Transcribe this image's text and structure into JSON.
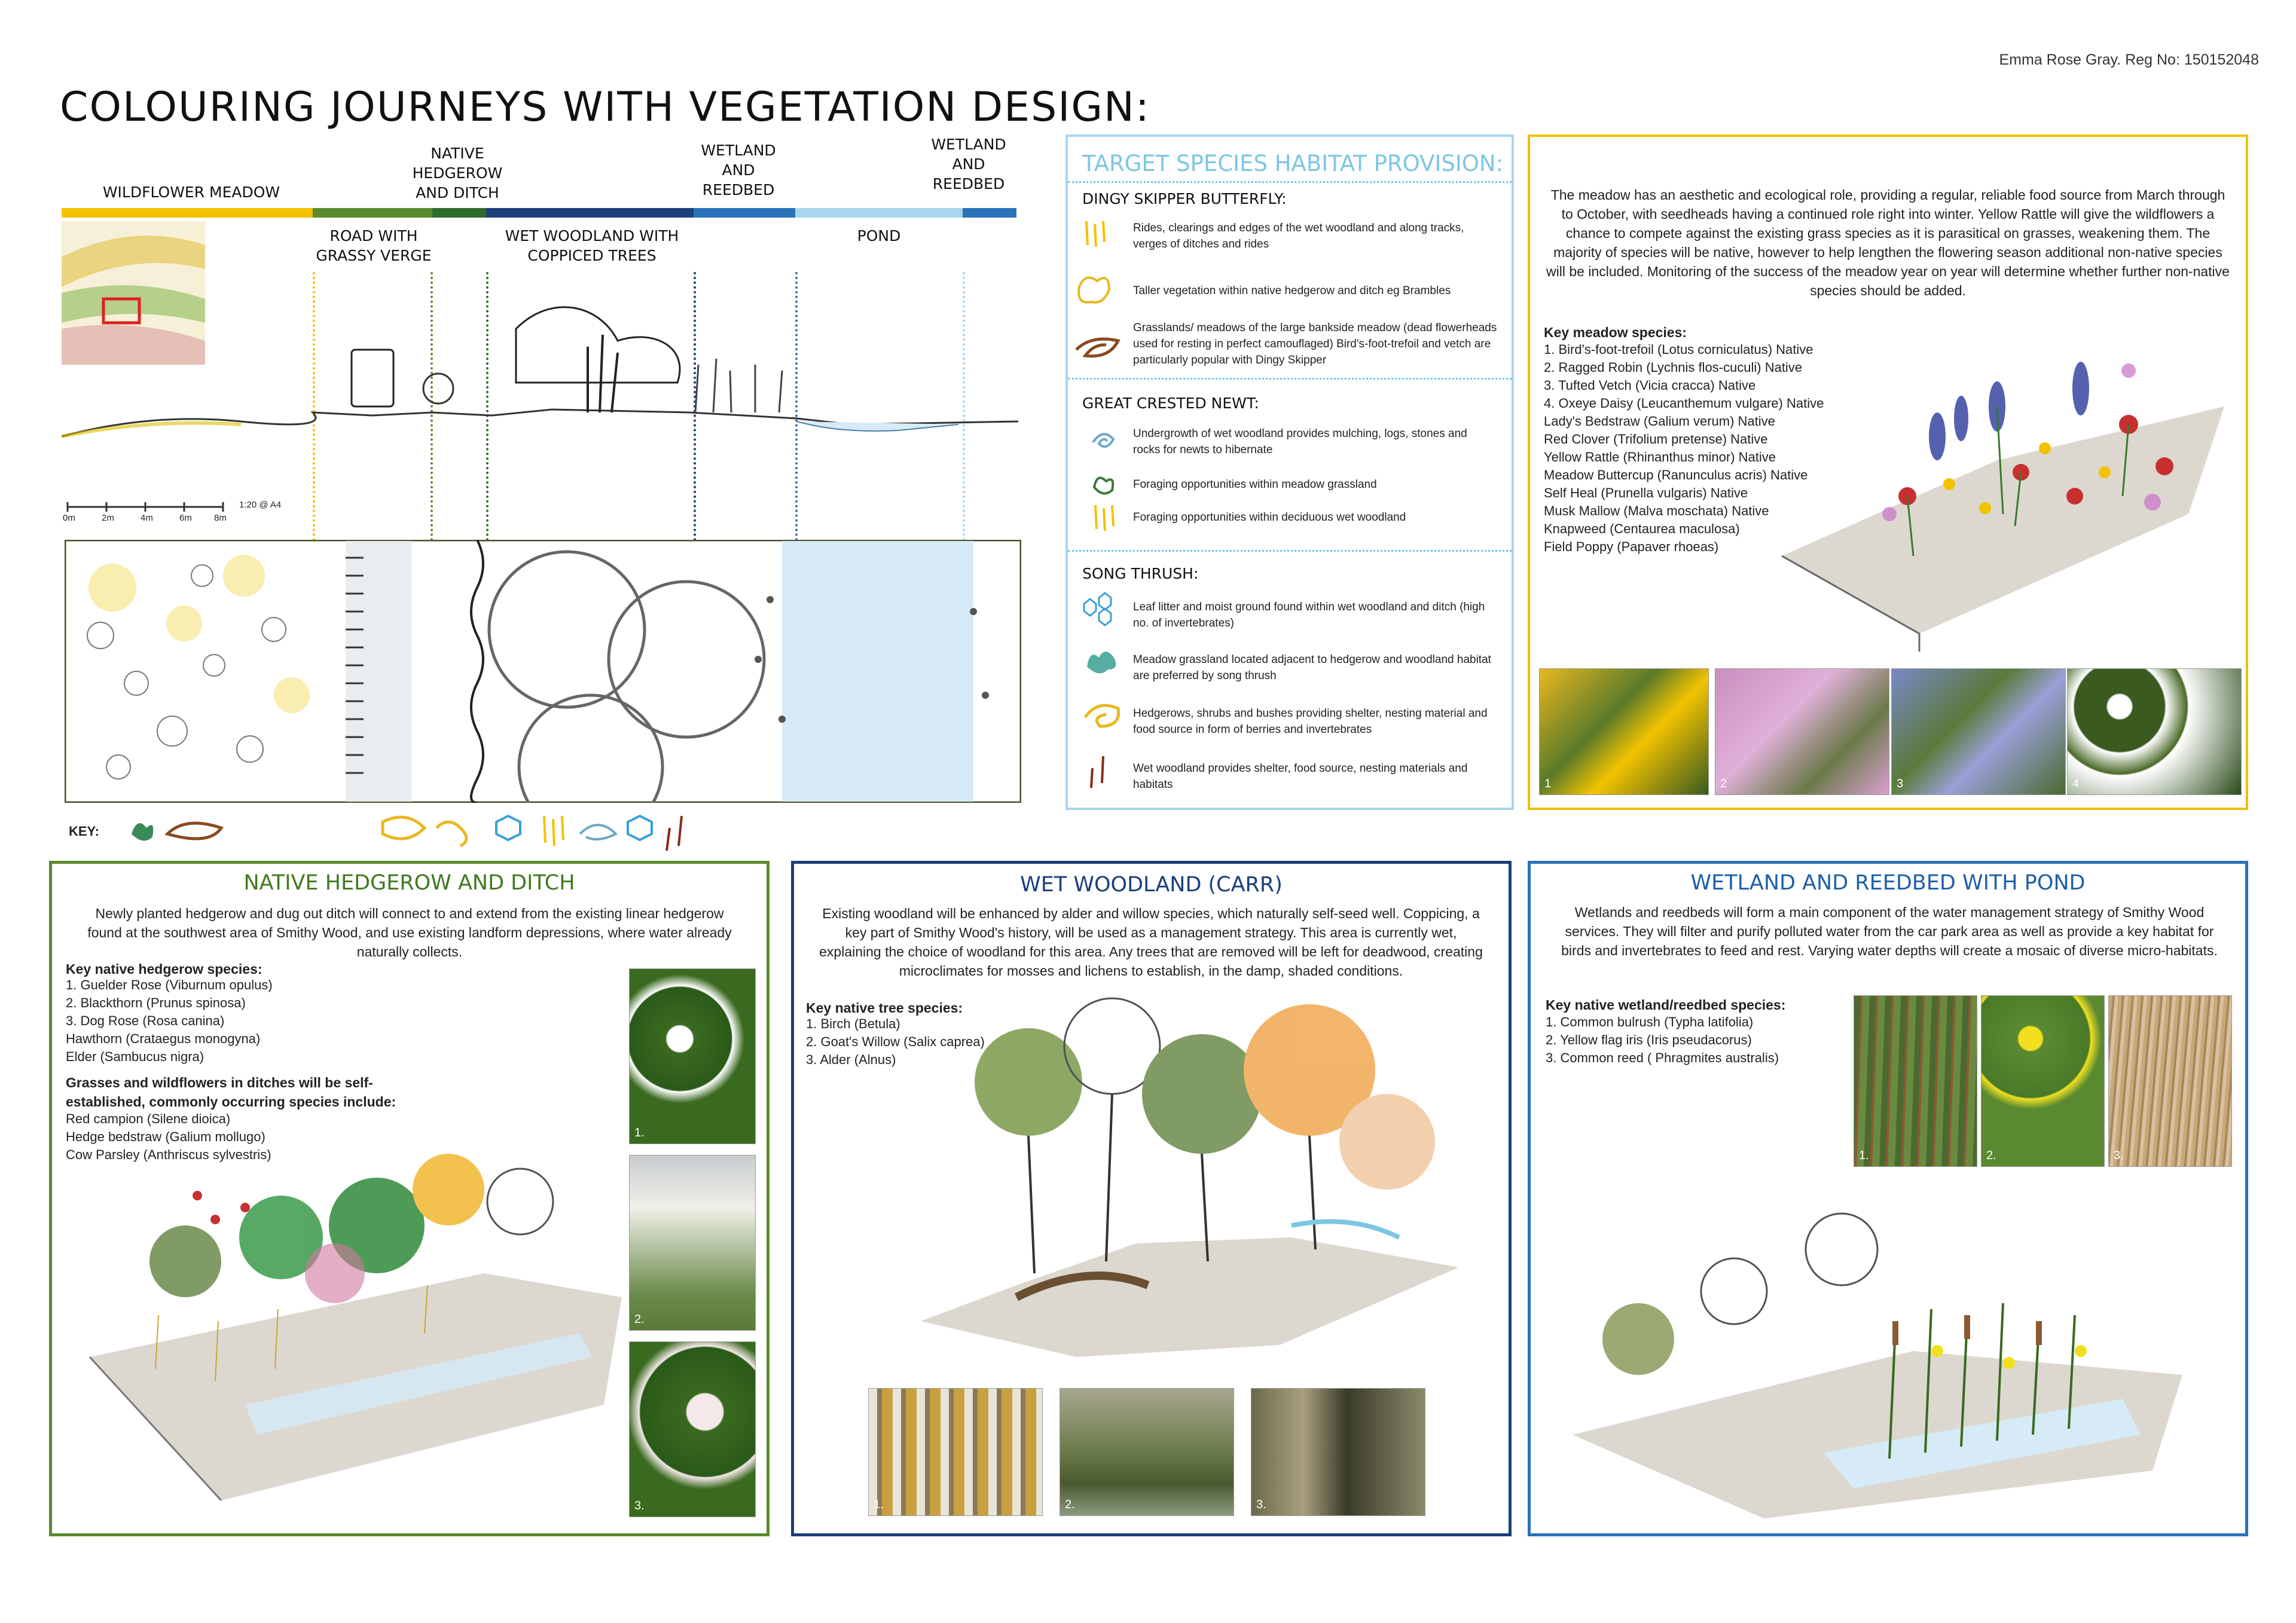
{
  "author": "Emma Rose Gray. Reg No: 150152048",
  "title": "COLOURING JOURNEYS WITH VEGETATION DESIGN:",
  "section": {
    "zones_top": [
      "WILDFLOWER MEADOW",
      "NATIVE HEDGEROW AND DITCH",
      "WETLAND AND REEDBED",
      "WETLAND AND REEDBED"
    ],
    "zones_bottom": [
      "ROAD WITH GRASSY VERGE",
      "WET WOODLAND WITH COPPICED TREES",
      "POND"
    ],
    "scale_labels": [
      "0m",
      "2m",
      "4m",
      "6m",
      "8m"
    ],
    "scale_note": "1:20 @ A4",
    "key_label": "KEY:"
  },
  "colors": {
    "yellow": "#f2c200",
    "green": "#5a8a2e",
    "dark_green": "#2f6b2a",
    "navy": "#1b3f7a",
    "blue": "#2a73b8",
    "light_blue": "#a9d6ef",
    "cyan_title": "#7cc6e3",
    "gold_border": "#f0c000"
  },
  "target": {
    "title": "TARGET SPECIES HABITAT PROVISION:",
    "groups": [
      {
        "name": "DINGY SKIPPER BUTTERFLY:",
        "items": [
          {
            "icon": "yellow-stripes-icon",
            "text": "Rides, clearings and edges of the wet woodland and along tracks, verges of ditches and rides"
          },
          {
            "icon": "bramble-blob-icon",
            "text": "Taller vegetation within native hedgerow and ditch eg Brambles"
          },
          {
            "icon": "brown-swirl-icon",
            "text": "Grasslands/ meadows of the large bankside meadow (dead flowerheads used for resting in perfect camouflaged) Bird's-foot-trefoil and vetch are particularly popular with Dingy Skipper"
          }
        ]
      },
      {
        "name": "GREAT CRESTED NEWT:",
        "items": [
          {
            "icon": "blue-spiral-icon",
            "text": "Undergrowth of wet woodland provides mulching, logs, stones and rocks for newts to hibernate"
          },
          {
            "icon": "green-leaf-icon",
            "text": "Foraging opportunities within meadow grassland"
          },
          {
            "icon": "yellow-stripes-icon",
            "text": "Foraging opportunities within deciduous wet woodland"
          }
        ]
      },
      {
        "name": "SONG THRUSH:",
        "items": [
          {
            "icon": "hexagon-icon",
            "text": "Leaf litter and moist ground found within wet woodland and ditch (high no. of invertebrates)"
          },
          {
            "icon": "teal-clump-icon",
            "text": "Meadow grassland located adjacent to hedgerow and woodland habitat are preferred by song thrush"
          },
          {
            "icon": "hedge-swirl-icon",
            "text": "Hedgerows, shrubs and bushes providing shelter, nesting material and food source in form of berries and invertebrates"
          },
          {
            "icon": "red-stripes-icon",
            "text": "Wet woodland provides shelter, food source, nesting materials and habitats"
          }
        ]
      }
    ]
  },
  "meadow": {
    "intro": "The meadow has an aesthetic and ecological role, providing a regular, reliable food source from March through to October, with seedheads having a continued role right into winter. Yellow Rattle will give the wildflowers a chance to compete against the existing grass species as it is parasitical on grasses, weakening them. The majority of species will be native, however to help lengthen the flowering season additional non-native species will be included. Monitoring of the success of the meadow year on year will determine whether further non-native species should be added.",
    "species_head": "Key meadow species:",
    "species": [
      "1. Bird's-foot-trefoil (Lotus corniculatus) Native",
      "2. Ragged Robin (Lychnis flos-cuculi) Native",
      "3. Tufted Vetch (Vicia cracca) Native",
      "4. Oxeye Daisy (Leucanthemum vulgare) Native",
      "Lady's Bedstraw (Galium verum) Native",
      "Red Clover (Trifolium pretense) Native",
      "Yellow Rattle (Rhinanthus minor) Native",
      "Meadow Buttercup (Ranunculus acris) Native",
      "Self Heal (Prunella vulgaris) Native",
      "Musk Mallow (Malva moschata) Native",
      "Knapweed (Centaurea maculosa)",
      "Field Poppy (Papaver rhoeas)"
    ],
    "photo_nums": [
      "1",
      "2",
      "3",
      "4"
    ]
  },
  "hedgerow": {
    "title": "NATIVE HEDGEROW AND DITCH",
    "intro": "Newly planted hedgerow and dug out ditch will connect to and extend from the existing linear hedgerow found at the southwest area of Smithy Wood, and use existing landform depressions, where water already naturally collects.",
    "species_head": "Key native hedgerow species:",
    "species": [
      "1. Guelder Rose (Viburnum opulus)",
      "2. Blackthorn (Prunus spinosa)",
      "3. Dog Rose (Rosa canina)",
      "Hawthorn (Crataegus monogyna)",
      "Elder (Sambucus nigra)"
    ],
    "grasses_head": "Grasses and wildflowers in ditches will be self-established, commonly occurring species include:",
    "grasses": [
      "Red campion (Silene dioica)",
      "Hedge bedstraw (Galium mollugo)",
      "Cow Parsley (Anthriscus sylvestris)"
    ],
    "photo_nums": [
      "1.",
      "2.",
      "3."
    ]
  },
  "woodland": {
    "title": "WET WOODLAND (CARR)",
    "intro": "Existing woodland will be enhanced by alder and willow species, which naturally self-seed well. Coppicing, a key part of Smithy Wood's history, will be used as a management strategy. This area is currently wet, explaining the choice of woodland for this area. Any trees that are removed will be left for deadwood, creating microclimates for mosses and lichens to establish, in the damp, shaded conditions.",
    "species_head": "Key native tree species:",
    "species": [
      "1. Birch (Betula)",
      "2. Goat's Willow (Salix caprea)",
      "3. Alder (Alnus)"
    ],
    "photo_nums": [
      "1.",
      "2.",
      "3."
    ]
  },
  "wetland": {
    "title": "WETLAND AND REEDBED WITH POND",
    "intro": "Wetlands and reedbeds will form a main component of the water management strategy of Smithy Wood services. They will filter and purify polluted water from the car park area as well as provide a key habitat for birds and invertebrates to feed and rest. Varying water depths will create a mosaic of diverse micro-habitats.",
    "species_head": "Key native wetland/reedbed species:",
    "species": [
      "1. Common bulrush (Typha latifolia)",
      "2. Yellow flag iris (Iris pseudacorus)",
      "3. Common reed ( Phragmites australis)"
    ],
    "photo_nums": [
      "1.",
      "2.",
      "3."
    ]
  }
}
